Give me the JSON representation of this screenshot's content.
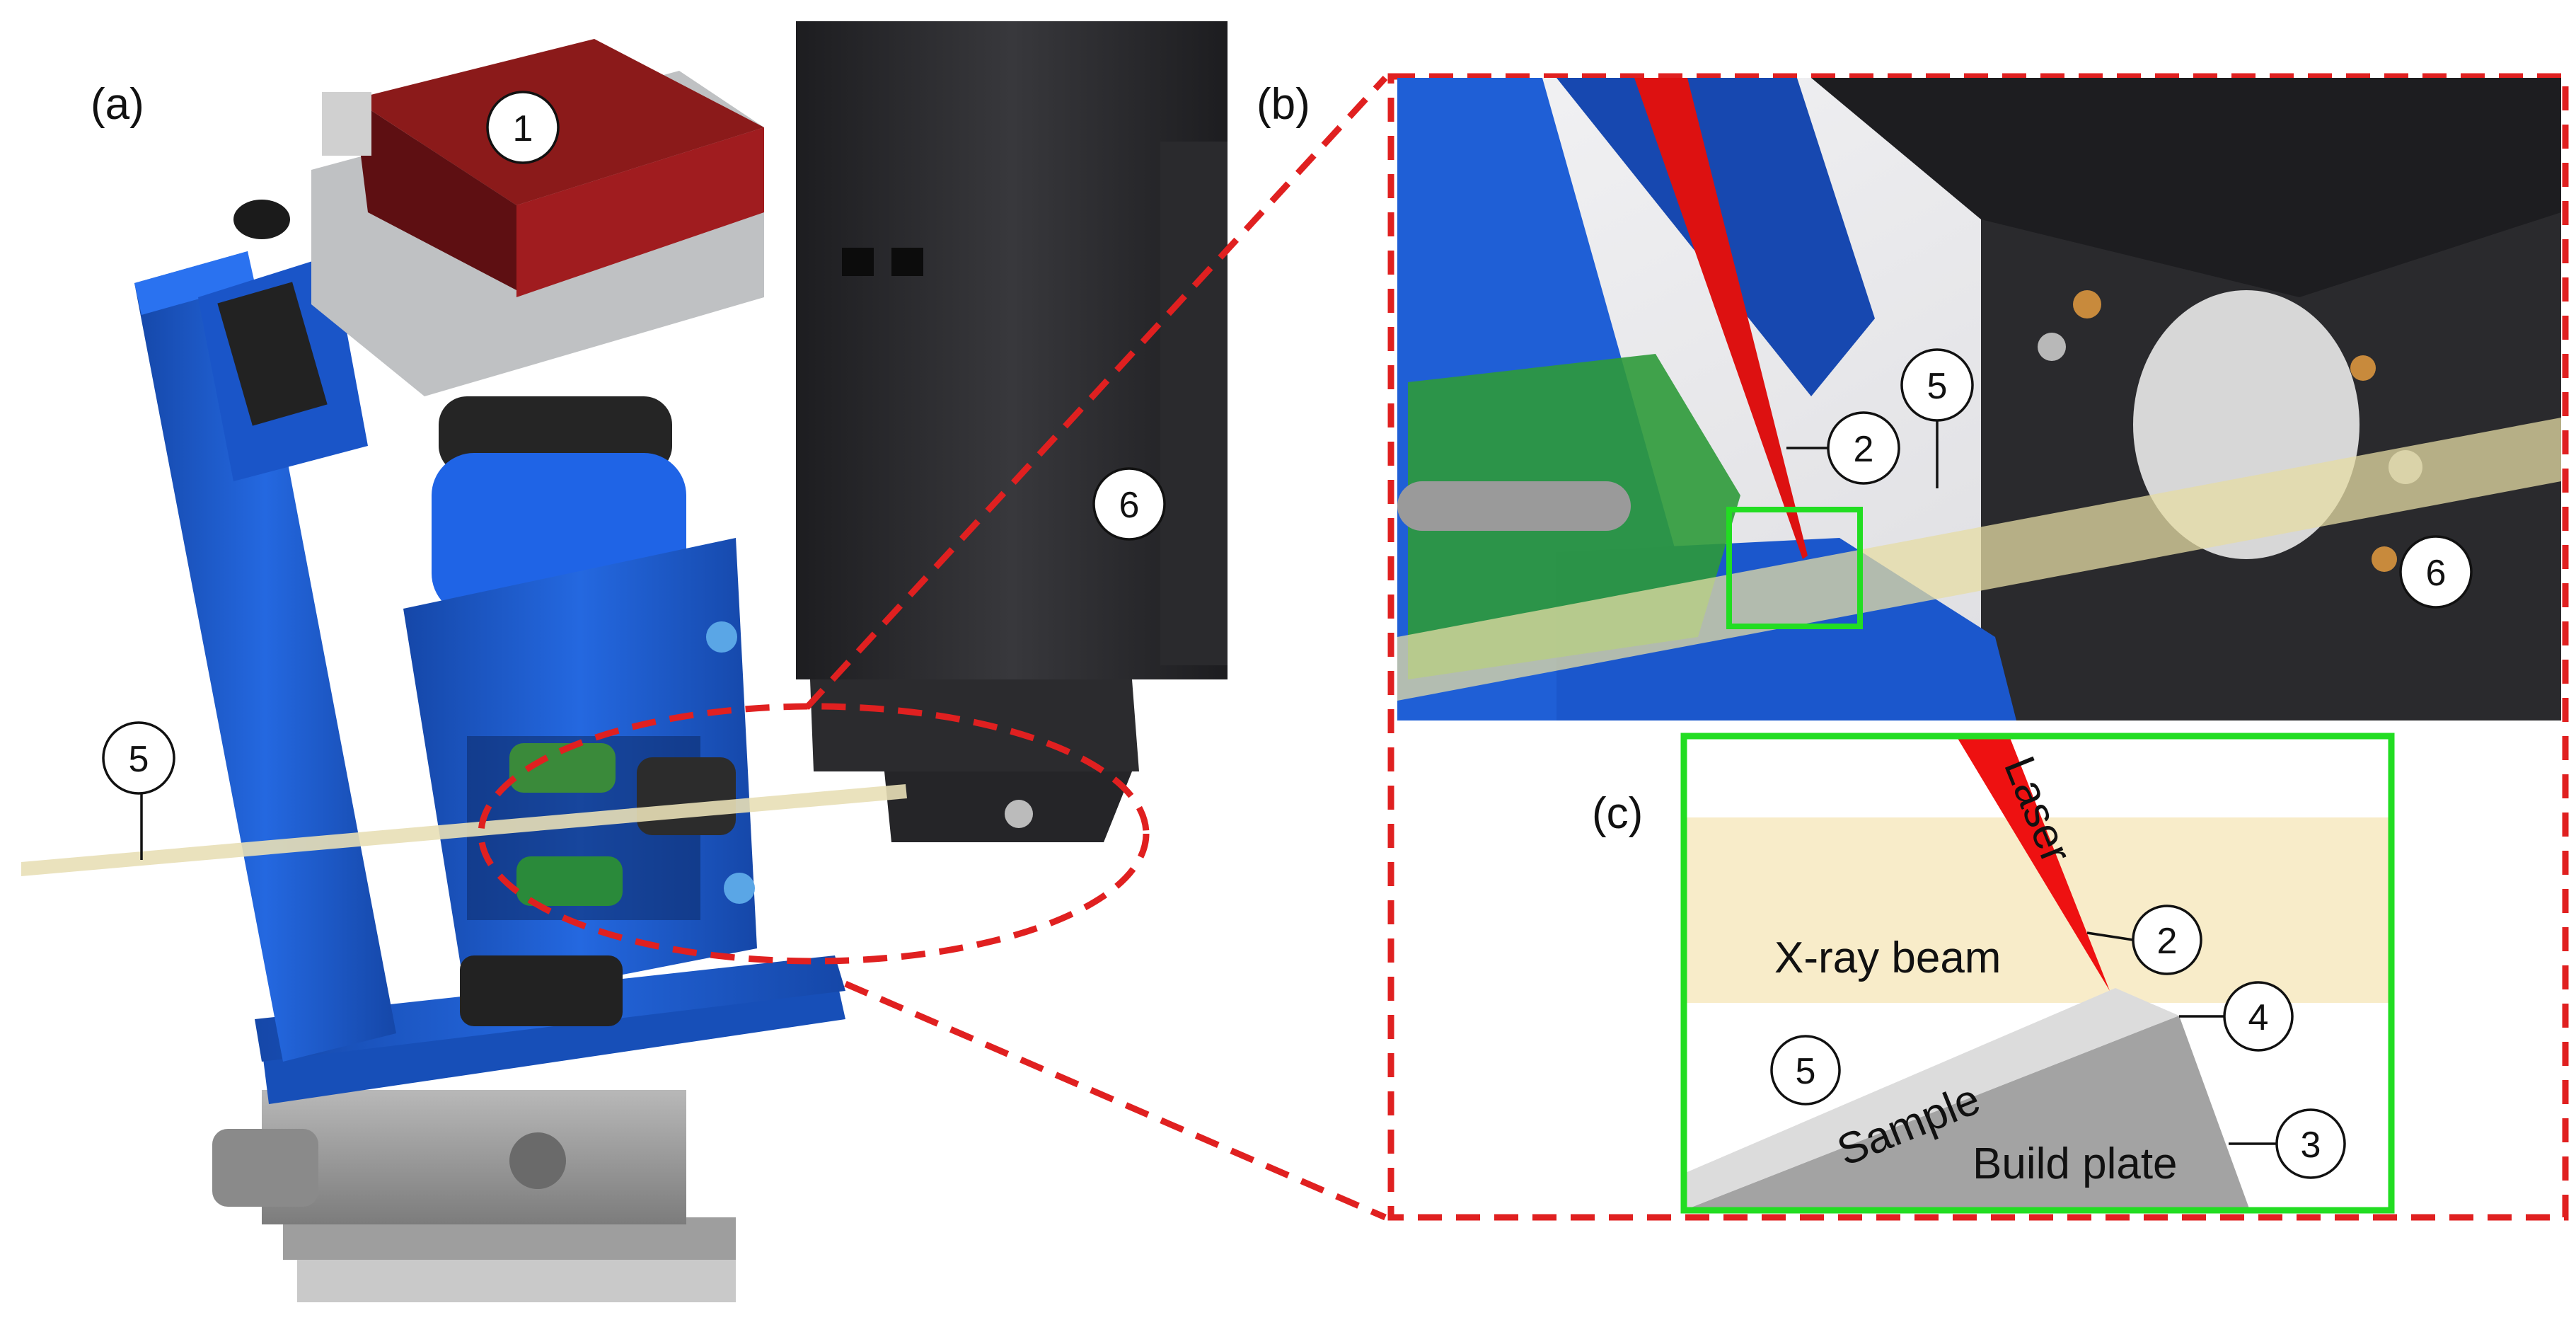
{
  "panels": {
    "a": {
      "label": "(a)"
    },
    "b": {
      "label": "(b)"
    },
    "c": {
      "label": "(c)"
    }
  },
  "callouts": {
    "a": {
      "one": "1",
      "five": "5",
      "six": "6"
    },
    "b": {
      "two": "2",
      "five": "5",
      "six": "6"
    },
    "c": {
      "two": "2",
      "three": "3",
      "four": "4",
      "five": "5"
    }
  },
  "schematic": {
    "laser_label": "Laser",
    "xray_label": "X-ray beam",
    "sample_label": "Sample",
    "build_plate_label": "Build plate"
  },
  "colors": {
    "machine_blue": "#1f5fd6",
    "camera_red": "#8b1a1a",
    "camera_silver": "#bfc1c3",
    "housing_dark": "#2b2b2e",
    "dashed_outline": "#e02020",
    "highlight_green": "#22dd22",
    "xray_beam": "#f8ecc9",
    "sample": "#dcdcdc",
    "build_plate": "#a3a3a3",
    "laser": "#ee1111"
  }
}
